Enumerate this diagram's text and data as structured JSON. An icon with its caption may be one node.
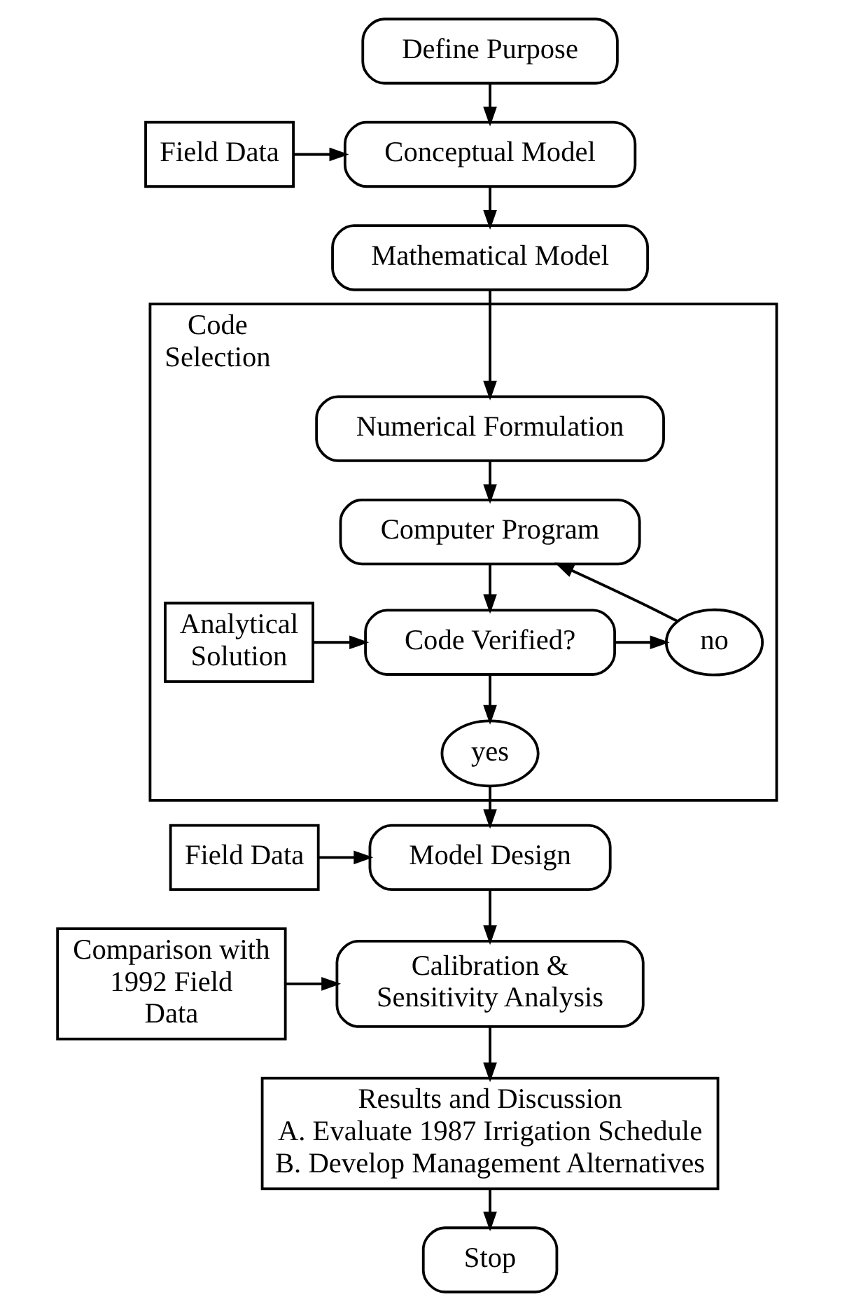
{
  "diagram": {
    "nodes": [
      {
        "text": [
          "Define Purpose"
        ]
      },
      {
        "text": [
          "Field Data"
        ]
      },
      {
        "text": [
          "Conceptual Model"
        ]
      },
      {
        "text": [
          "Mathematical Model"
        ]
      },
      {
        "text": [
          "Code Selection"
        ]
      },
      {
        "text": [
          "Numerical Formulation"
        ],
        "in": 4
      },
      {
        "text": [
          "Computer Program"
        ],
        "in": 4
      },
      {
        "text": [
          "Analytical Solution"
        ],
        "in": 4
      },
      {
        "text": [
          "Code Verified?"
        ],
        "in": 4
      },
      {
        "text": [
          "no"
        ],
        "in": 4
      },
      {
        "text": [
          "yes"
        ],
        "in": 4
      },
      {
        "text": [
          "Field Data"
        ]
      },
      {
        "text": [
          "Model Design"
        ]
      },
      {
        "text": [
          "Comparison with 1992 Field Data"
        ]
      },
      {
        "text": [
          "Calibration & Sensitivity Analysis"
        ]
      },
      {
        "text": [
          "Results and Discussion",
          "A. Evaluate 1987 Irrigation Schedule",
          "B. Develop Management Alternatives"
        ]
      },
      {
        "text": [
          "Stop"
        ]
      }
    ],
    "edges": [
      {
        "from": 0,
        "to": 2,
        "arrow": "to"
      },
      {
        "from": 1,
        "to": 2,
        "arrow": "to"
      },
      {
        "from": 2,
        "to": 3,
        "arrow": "to"
      },
      {
        "from": 3,
        "to": 5,
        "arrow": "to"
      },
      {
        "from": 5,
        "to": 6,
        "arrow": "to"
      },
      {
        "from": 6,
        "to": 8,
        "arrow": "to"
      },
      {
        "from": 7,
        "to": 8,
        "arrow": "to"
      },
      {
        "from": 8,
        "to": 9,
        "arrow": "to"
      },
      {
        "from": 9,
        "to": 6,
        "arrow": "to"
      },
      {
        "from": 8,
        "to": 10,
        "arrow": "to"
      },
      {
        "from": 10,
        "to": 12,
        "arrow": "to"
      },
      {
        "from": 11,
        "to": 12,
        "arrow": "to"
      },
      {
        "from": 12,
        "to": 14,
        "arrow": "to"
      },
      {
        "from": 13,
        "to": 14,
        "arrow": "to"
      },
      {
        "from": 14,
        "to": 15,
        "arrow": "to"
      },
      {
        "from": 15,
        "to": 16,
        "arrow": "to"
      }
    ]
  }
}
